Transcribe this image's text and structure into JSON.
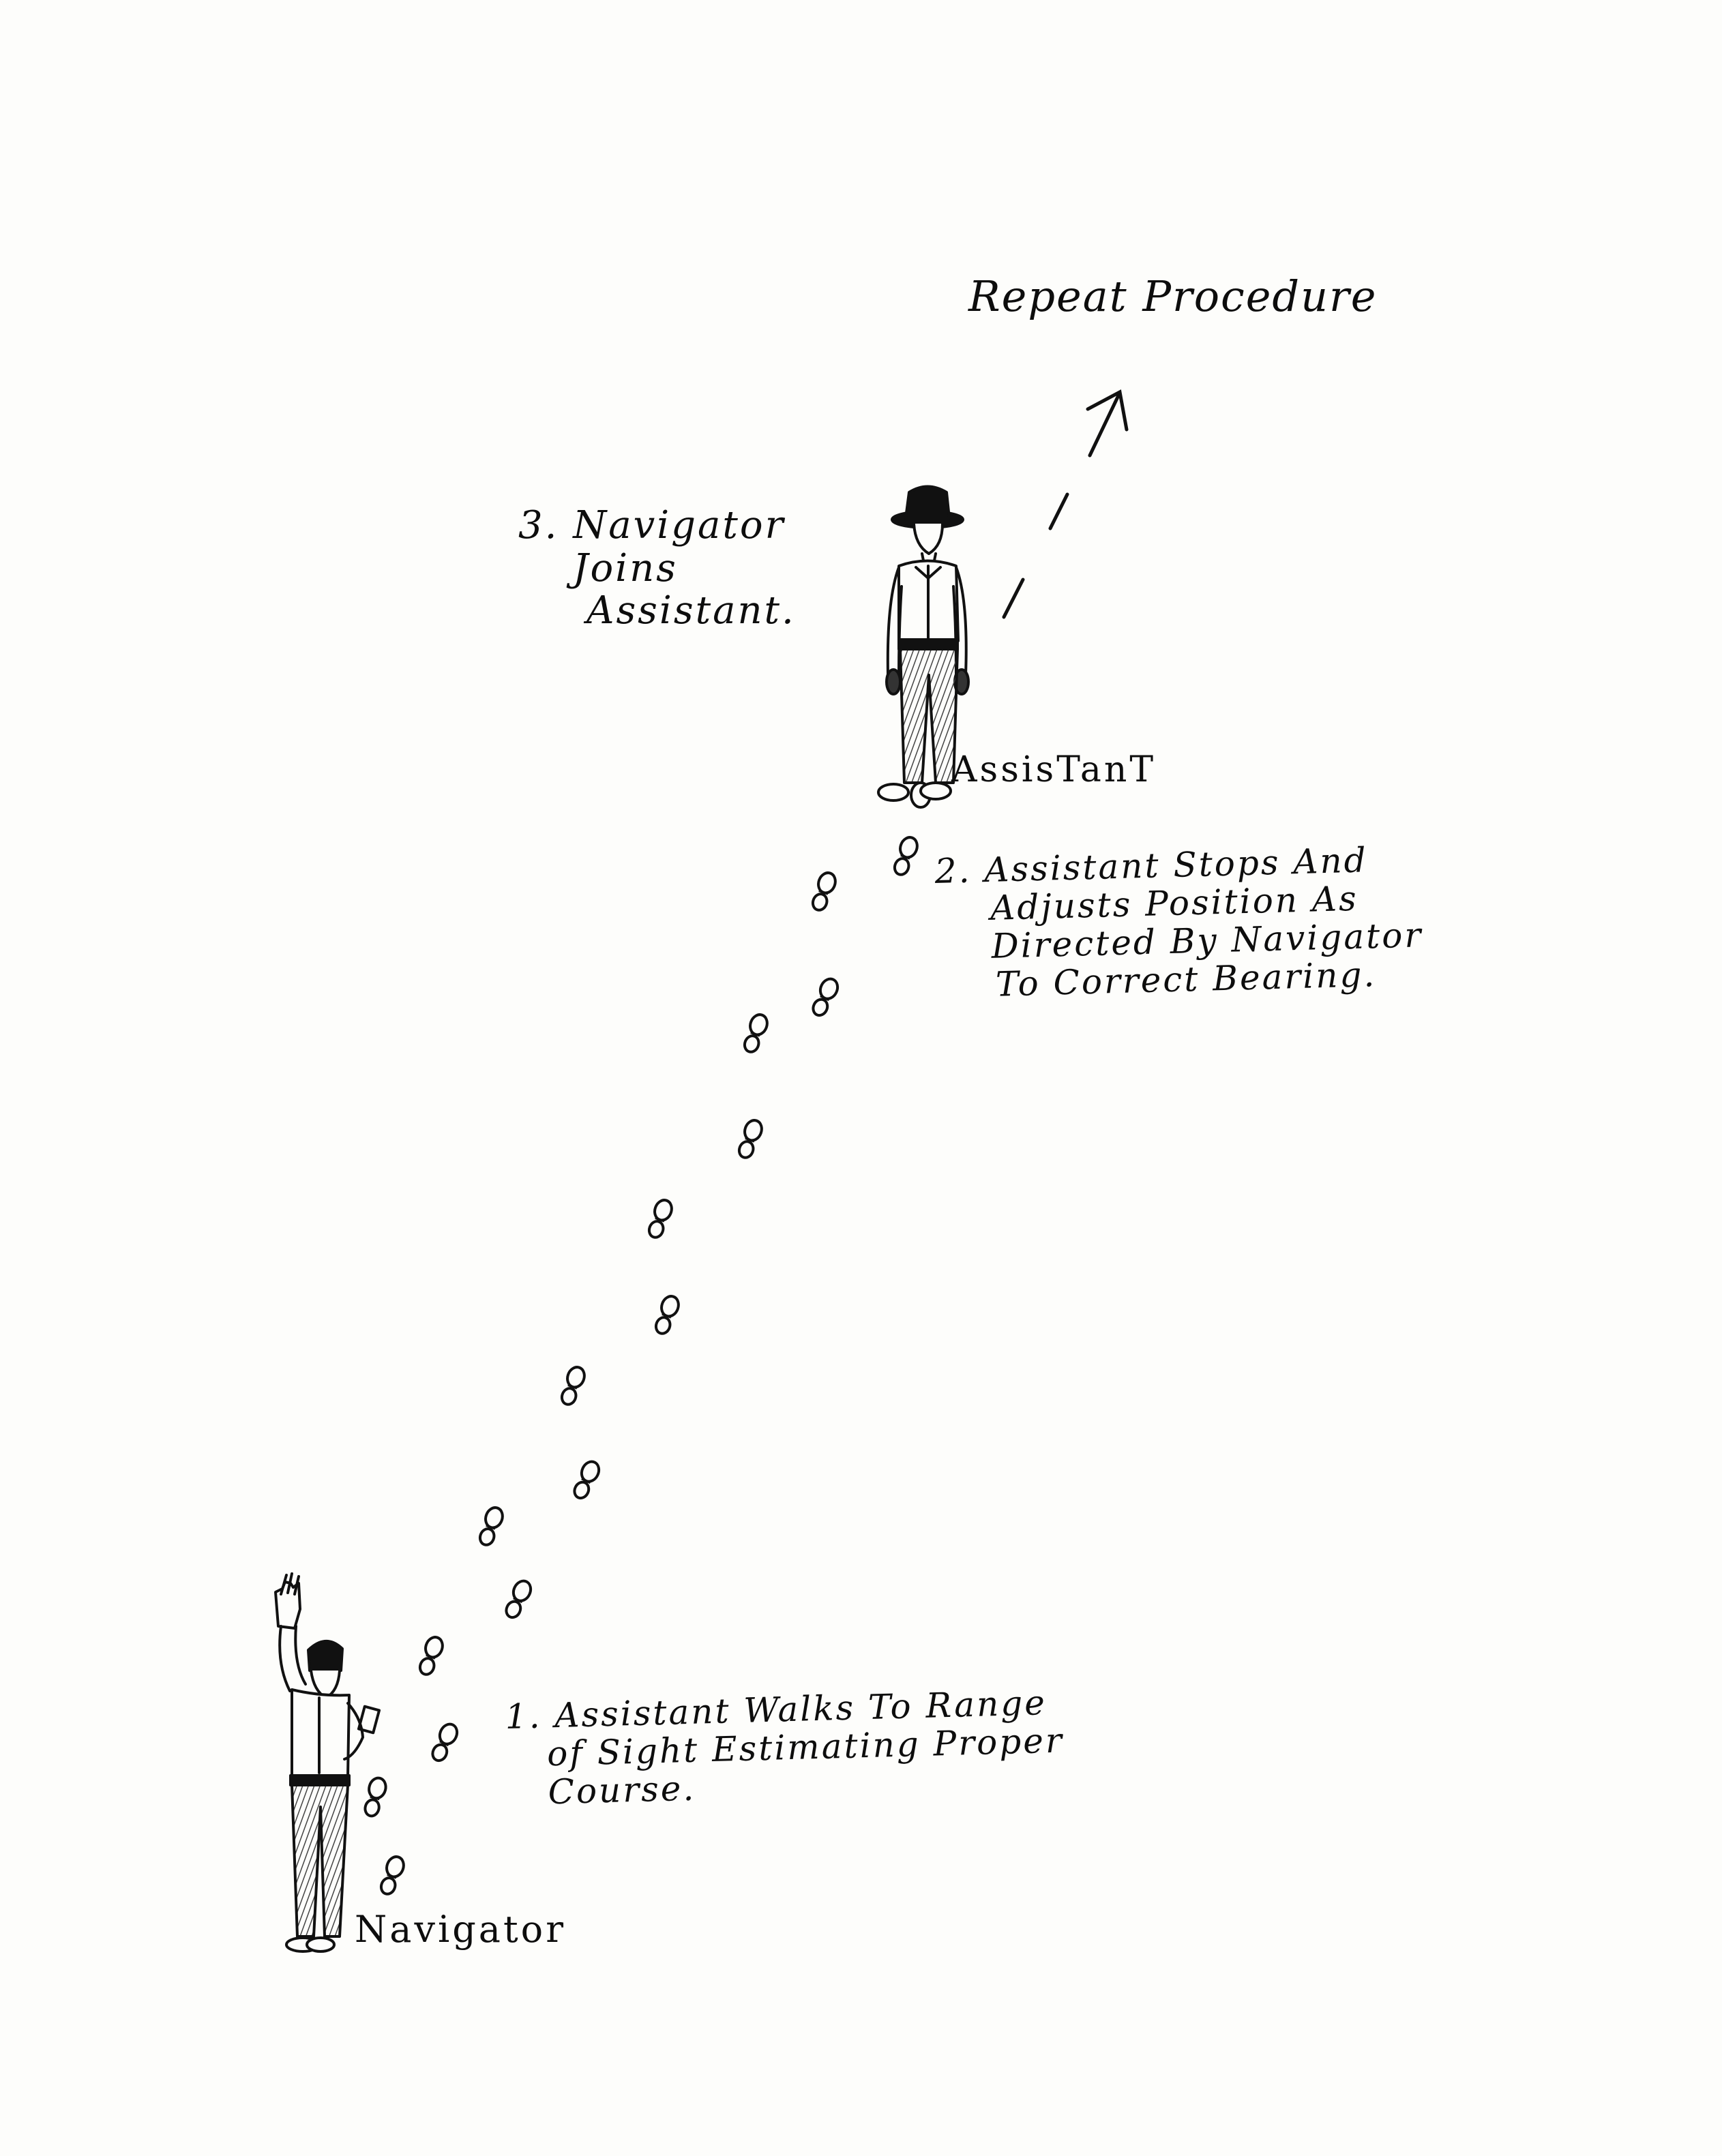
{
  "labels": {
    "repeat": "Repeat Procedure",
    "step3": [
      "3. Navigator",
      "Joins",
      "Assistant."
    ],
    "assistant": "AssisTanT",
    "step2": [
      "2. Assistant Stops And",
      "Adjusts Position As",
      "Directed By Navigator",
      "To Correct Bearing."
    ],
    "step1": [
      "1. Assistant Walks To Range",
      "of Sight Estimating Proper",
      "Course."
    ],
    "navigator": "Navigator"
  },
  "colors": {
    "ink": "#111111",
    "paper": "#fdfdfb",
    "shading": "#6b6b6b"
  },
  "icons": {
    "navigator": "person-waving-icon",
    "assistant": "person-with-hat-icon",
    "footprint": "footprint-icon",
    "arrow": "dashed-arrow-icon"
  }
}
